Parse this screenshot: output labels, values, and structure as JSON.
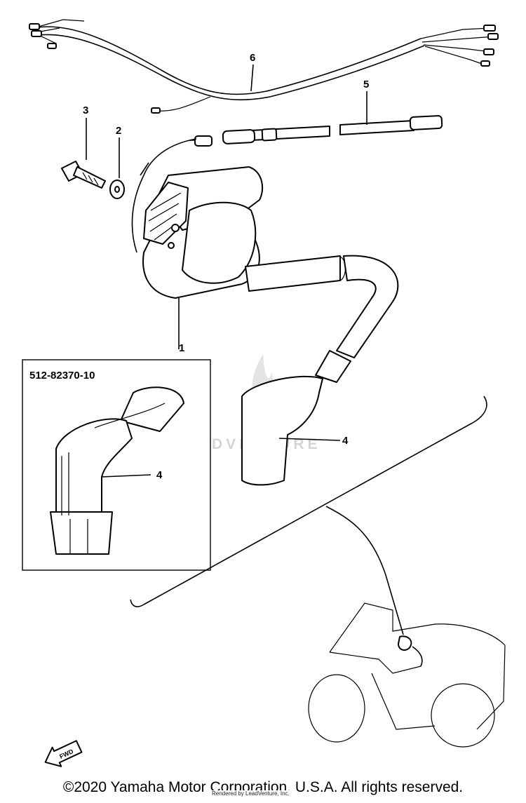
{
  "diagram": {
    "callouts": {
      "ignition_coil": "1",
      "washer": "2",
      "bolt": "3",
      "plug_cap": "4",
      "plug_cap_inset": "4",
      "high_tension_cord": "5",
      "wire_harness": "6"
    },
    "inset_part_number": "512-82370-10",
    "fwd_label": "FWD",
    "watermark": "LEADVENTURE"
  },
  "footer": {
    "copyright": "©2020 Yamaha Motor Corporation, U.S.A. All rights reserved.",
    "credit": "Rendered by LeadVenture, Inc."
  }
}
